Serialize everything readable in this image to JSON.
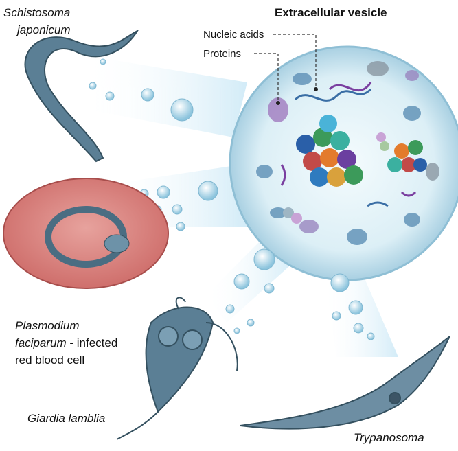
{
  "title": "Extracellular vesicle",
  "callouts": {
    "nucleic_acids": "Nucleic acids",
    "proteins": "Proteins"
  },
  "organisms": {
    "schistosoma": {
      "line1": "Schistosoma",
      "line2": "japonicum"
    },
    "plasmodium": {
      "line1": "Plasmodium",
      "line2_italic": "faciparum",
      "line2_rest": " - infected",
      "line3": "red blood cell"
    },
    "giardia": "Giardia lamblia",
    "trypanosoma": "Trypanosoma"
  },
  "colors": {
    "vesicle": "#cfe6f0",
    "beam": "#d6eef8",
    "parasite": "#5b7f95",
    "rbc": "#e38a86"
  }
}
